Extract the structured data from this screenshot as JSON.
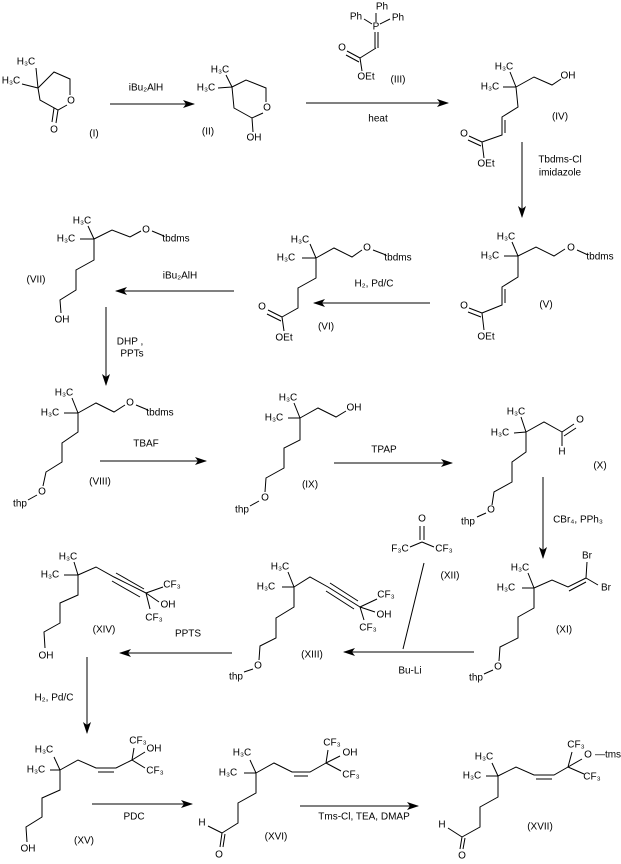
{
  "compounds": {
    "I": {
      "label": "(I)",
      "atoms": [
        "H₃C",
        "H₃C",
        "O",
        "O"
      ]
    },
    "II": {
      "label": "(II)",
      "atoms": [
        "H₃C",
        "H₃C",
        "O",
        "OH"
      ]
    },
    "III": {
      "label": "(III)",
      "atoms": [
        "Ph",
        "Ph",
        "Ph",
        "P",
        "O",
        "OEt"
      ]
    },
    "IV": {
      "label": "(IV)",
      "atoms": [
        "H₃C",
        "H₃C",
        "OH",
        "O",
        "OEt"
      ]
    },
    "V": {
      "label": "(V)",
      "atoms": [
        "H₃C",
        "H₃C",
        "O",
        "tbdms",
        "O",
        "OEt"
      ]
    },
    "VI": {
      "label": "(VI)",
      "atoms": [
        "H₃C",
        "H₃C",
        "O",
        "tbdms",
        "O",
        "OEt"
      ]
    },
    "VII": {
      "label": "(VII)",
      "atoms": [
        "H₃C",
        "H₃C",
        "O",
        "tbdms",
        "OH"
      ]
    },
    "VIII": {
      "label": "(VIII)",
      "atoms": [
        "H₃C",
        "H₃C",
        "O",
        "tbdms",
        "O",
        "thp"
      ]
    },
    "IX": {
      "label": "(IX)",
      "atoms": [
        "H₃C",
        "H₃C",
        "OH",
        "O",
        "thp"
      ]
    },
    "X": {
      "label": "(X)",
      "atoms": [
        "H₃C",
        "H₃C",
        "O",
        "H",
        "O",
        "thp"
      ]
    },
    "XI": {
      "label": "(XI)",
      "atoms": [
        "H₃C",
        "H₃C",
        "Br",
        "Br",
        "O",
        "thp"
      ]
    },
    "XII": {
      "label": "(XII)",
      "atoms": [
        "O",
        "F₃C",
        "CF₃"
      ]
    },
    "XIII": {
      "label": "(XIII)",
      "atoms": [
        "H₃C",
        "H₃C",
        "CF₃",
        "OH",
        "CF₃",
        "O",
        "thp"
      ]
    },
    "XIV": {
      "label": "(XIV)",
      "atoms": [
        "H₃C",
        "H₃C",
        "CF₃",
        "OH",
        "CF₃",
        "OH"
      ]
    },
    "XV": {
      "label": "(XV)",
      "atoms": [
        "H₃C",
        "H₃C",
        "CF₃",
        "OH",
        "CF₃",
        "OH"
      ]
    },
    "XVI": {
      "label": "(XVI)",
      "atoms": [
        "H₃C",
        "H₃C",
        "CF₃",
        "OH",
        "CF₃",
        "H",
        "O"
      ]
    },
    "XVII": {
      "label": "(XVII)",
      "atoms": [
        "H₃C",
        "H₃C",
        "CF₃",
        "O",
        "—tms",
        "CF₃",
        "H",
        "O"
      ]
    }
  },
  "reagents": [
    "iBu₂AlH",
    "heat",
    "Tbdms-Cl",
    "imidazole",
    "H₂, Pd/C",
    "iBu₂AlH",
    "DHP ,",
    "PPTs",
    "TBAF",
    "TPAP",
    "CBr₄, PPh₃",
    "Bu-Li",
    "PPTS",
    "H₂, Pd/C",
    "PDC",
    "Tms-Cl, TEA, DMAP"
  ]
}
